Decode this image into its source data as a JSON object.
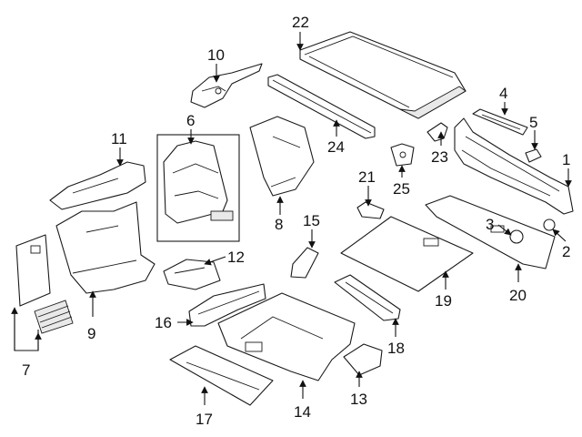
{
  "colors": {
    "line": "#1a1a1a",
    "background": "#ffffff",
    "shade": "#e9e9e9"
  },
  "parts": [
    {
      "number": "1"
    },
    {
      "number": "2"
    },
    {
      "number": "3"
    },
    {
      "number": "4"
    },
    {
      "number": "5"
    },
    {
      "number": "6"
    },
    {
      "number": "7"
    },
    {
      "number": "8"
    },
    {
      "number": "9"
    },
    {
      "number": "10"
    },
    {
      "number": "11"
    },
    {
      "number": "12"
    },
    {
      "number": "13"
    },
    {
      "number": "14"
    },
    {
      "number": "15"
    },
    {
      "number": "16"
    },
    {
      "number": "17"
    },
    {
      "number": "18"
    },
    {
      "number": "19"
    },
    {
      "number": "20"
    },
    {
      "number": "21"
    },
    {
      "number": "22"
    },
    {
      "number": "23"
    },
    {
      "number": "24"
    },
    {
      "number": "25"
    }
  ]
}
